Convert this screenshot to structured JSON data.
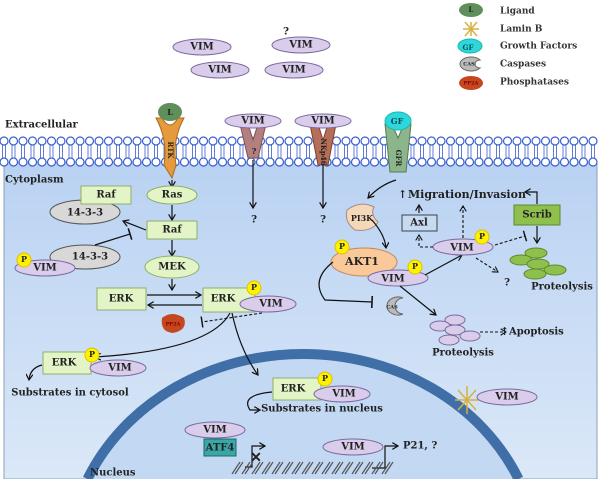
{
  "legend": {
    "ligand": {
      "icon_text": "L",
      "label": "Ligand"
    },
    "lamin_b": {
      "label": "Lamin B"
    },
    "growth_factors": {
      "icon_text": "GF",
      "label": "Growth Factors"
    },
    "caspases": {
      "icon_text": "CAS",
      "label": "Caspases"
    },
    "phosphatases": {
      "icon_text": "PP2A",
      "label": "Phosphatases"
    }
  },
  "regions": {
    "extracellular": "Extracellular",
    "cytoplasm": "Cytoplasm",
    "nucleus": "Nucleus"
  },
  "extracellular_vim": {
    "labels": [
      "VIM",
      "VIM",
      "VIM",
      "VIM"
    ],
    "unknown": "?"
  },
  "receptors": {
    "rtk": "RTK",
    "ligand": "L",
    "unknown_receptor": {
      "vim": "VIM",
      "label": "?",
      "target": "?"
    },
    "nkp46": {
      "vim": "VIM",
      "label": "NKp46",
      "target": "?"
    },
    "gfr": {
      "label": "GFR",
      "ligand": "GF"
    }
  },
  "erk_pathway": {
    "ras": "Ras",
    "raf": "Raf",
    "mek": "MEK",
    "erk_left": "ERK",
    "erk_right": "ERK",
    "raf_complex": "Raf",
    "complex_1433": "14-3-3",
    "complex_1433_b": "14-3-3",
    "p": "P",
    "vim": "VIM",
    "pp2a": "PP2A"
  },
  "cytosol": {
    "erk": "ERK",
    "p": "P",
    "vim": "VIM",
    "substrates": "Substrates in cytosol"
  },
  "akt_pathway": {
    "pi3k": "PI3K",
    "akt1": "AKT1",
    "p": "P",
    "vim": "VIM",
    "cas": "CAS",
    "proteolysis": "Proteolysis",
    "apoptosis": "Apoptosis",
    "migration": "Migration/Invasion",
    "axl": "Axl",
    "scrib": "Scrib",
    "vim_p": "VIM",
    "unknown": "?",
    "proteolysis_scrib": "Proteolysis"
  },
  "nucleus": {
    "erk": "ERK",
    "p": "P",
    "vim": "VIM",
    "substrates": "Substrates in nucleus",
    "laminb_vim": "VIM",
    "atf4_vim": "VIM",
    "atf4": "ATF4",
    "promoter_vim": "VIM",
    "p21": "P21, ?"
  },
  "colors": {
    "vim": "#d9cdeb",
    "kinase_box": "#e3f5c6",
    "phospho": "#fff200",
    "membrane": "#3a5fcd",
    "nucleus_envelope": "#3f6fa6",
    "cytoplasm": "#cfe0f7"
  }
}
